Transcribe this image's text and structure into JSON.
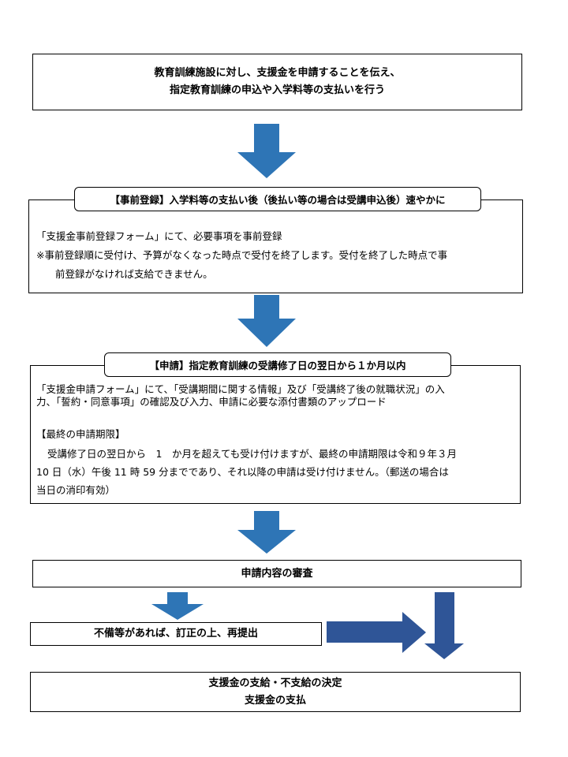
{
  "steps": {
    "step1": {
      "line1": "教育訓練施設に対し、支援金を申請することを伝え、",
      "line2": "指定教育訓練の申込や入学料等の支払いを行う"
    },
    "step2": {
      "tag": "【事前登録】入学料等の支払い後（後払い等の場合は受講申込後）速やかに",
      "line1": "「支援金事前登録フォーム」にて、必要事項を事前登録",
      "line2": "※事前登録順に受付け、予算がなくなった時点で受付を終了します。受付を終了した時点で事",
      "line3": "前登録がなければ支給できません。"
    },
    "step3": {
      "tag": "【申請】指定教育訓練の受講修了日の翌日から１か月以内",
      "line1": "「支援金申請フォーム」にて、「受講期間に関する情報」及び「受講終了後の就職状況」の入",
      "line2": "力、「誓約・同意事項」の確認及び入力、申請に必要な添付書類のアップロード",
      "deadline_heading": "【最終の申請期限】",
      "line3": "受講修了日の翌日から　1　か月を超えても受け付けますが、最終の申請期限は令和９年３月",
      "line4": "10 日（水）午後 11 時 59 分までであり、それ以降の申請は受け付けません。（郵送の場合は",
      "line5": "当日の消印有効）"
    },
    "step4": {
      "label": "申請内容の審査"
    },
    "step5": {
      "label": "不備等があれば、訂正の上、再提出"
    },
    "step6": {
      "line1": "支援金の支給・不支給の決定",
      "line2": "支援金の支払"
    }
  },
  "colors": {
    "arrow": "#2e75b6",
    "arrow_dark": "#2f5597"
  }
}
